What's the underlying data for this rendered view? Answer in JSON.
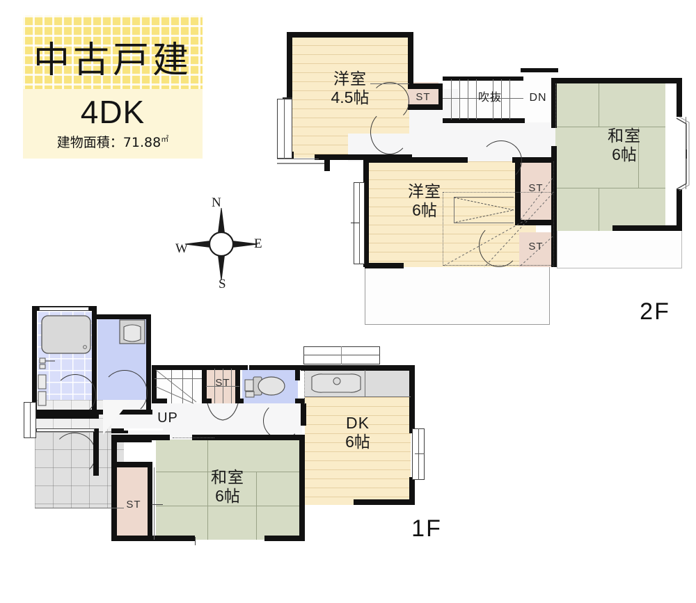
{
  "header": {
    "badge": "中古戸建",
    "plan_type": "4DK",
    "area_label": "建物面積：71.88",
    "area_unit": "㎡"
  },
  "compass": {
    "north": "N",
    "east": "E",
    "south": "S",
    "west": "W"
  },
  "floors": [
    {
      "id": "2f",
      "label": "2F"
    },
    {
      "id": "1f",
      "label": "1F"
    }
  ],
  "floor2": {
    "label": "2F",
    "rooms": [
      {
        "name": "洋室",
        "size": "4.5帖",
        "type": "western"
      },
      {
        "name": "洋室",
        "size": "6帖",
        "type": "western"
      },
      {
        "name": "和室",
        "size": "6帖",
        "type": "japanese"
      }
    ],
    "storages": [
      {
        "label": "ST"
      },
      {
        "label": "ST"
      },
      {
        "label": "ST"
      }
    ],
    "markers": [
      {
        "label": "吹抜",
        "meaning": "open-to-below"
      },
      {
        "label": "DN",
        "meaning": "stairs-down"
      }
    ]
  },
  "floor1": {
    "label": "1F",
    "rooms": [
      {
        "name": "和室",
        "size": "6帖",
        "type": "japanese"
      },
      {
        "name": "DK",
        "size": "6帖",
        "type": "dining-kitchen"
      }
    ],
    "storages": [
      {
        "label": "ST"
      },
      {
        "label": "ST"
      }
    ],
    "markers": [
      {
        "label": "UP",
        "meaning": "stairs-up"
      }
    ]
  },
  "colors": {
    "wall": "#111111",
    "wood_floor": "#faecc9",
    "tatami": "#d6dcc5",
    "storage": "#eed9ce",
    "water_area": "#c9d2f6",
    "hall": "#f6f6f7",
    "badge_yellow": "#f8e47f",
    "card_cream": "#fdf6d8"
  }
}
